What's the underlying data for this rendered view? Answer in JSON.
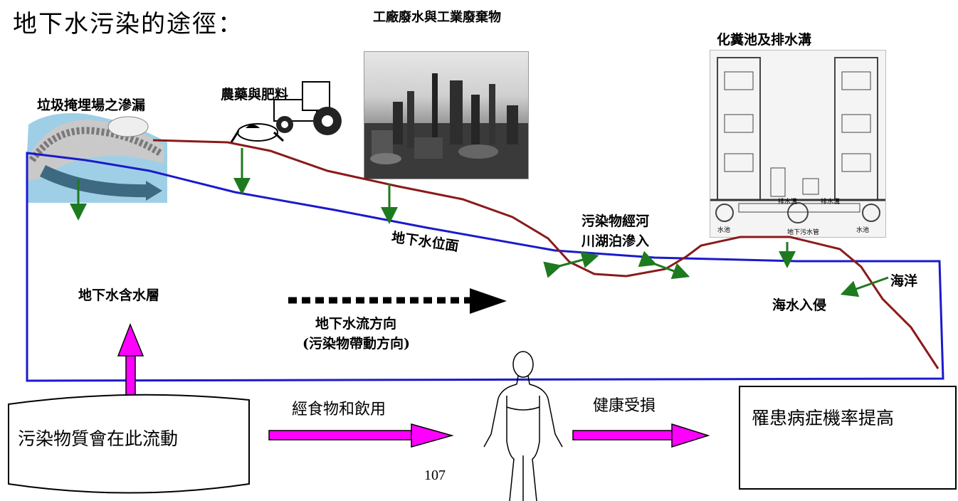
{
  "title": "地下水污染的途徑：",
  "page_number": "107",
  "sources": {
    "factory": "工廠廢水與工業廢棄物",
    "septic": "化糞池及排水溝",
    "agriculture": "農藥與肥料",
    "landfill": "垃圾掩埋場之滲漏"
  },
  "labels": {
    "water_table": "地下水位面",
    "aquifer": "地下水含水層",
    "flow_direction_line1": "地下水流方向",
    "flow_direction_line2": "(污染物帶動方向)",
    "river_line1": "污染物經河",
    "river_line2": "川湖泊滲入",
    "ocean": "海洋",
    "seawater_intrusion": "海水入侵"
  },
  "septic_sub_labels": {
    "drain_left": "排水溝",
    "drain_right": "排水溝",
    "water_left": "水池",
    "water_right": "水池",
    "sewer": "地下污水管"
  },
  "flow": {
    "pollutant_box": "污染物質會在此流動",
    "via_food": "經食物和飲用",
    "health_damage": "健康受損",
    "result_box": "罹患病症機率提高"
  },
  "colors": {
    "water_table_line": "#1a1acc",
    "contaminant_line": "#8b1a1a",
    "infiltration_arrow": "#1e7a1e",
    "pathway_arrow": "#ff00ff",
    "landfill_water": "#9fcfe6"
  }
}
